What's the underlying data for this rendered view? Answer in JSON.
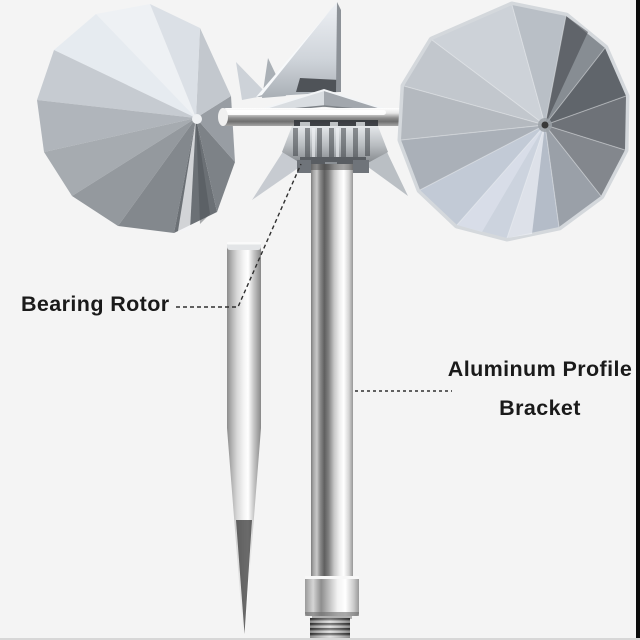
{
  "image": {
    "background_color": "#f4f4f4",
    "right_edge_bar_color": "#0b0b0b"
  },
  "annotations": {
    "bearing_rotor_label": "Bearing Rotor",
    "bracket_label_line1": "Aluminum Profile",
    "bracket_label_line2": "Bracket",
    "label_color": "#1a1a1a",
    "leader_line_color": "#2f2f2f"
  }
}
